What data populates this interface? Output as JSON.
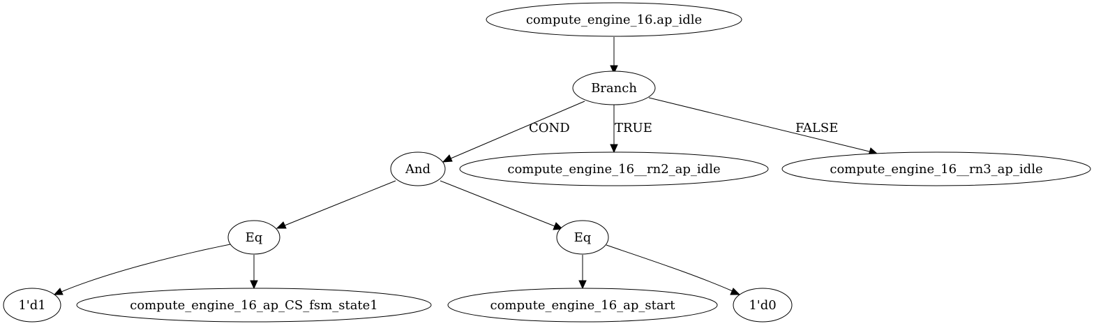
{
  "diagram": {
    "nodes": [
      {
        "id": "n_root",
        "label": "compute_engine_16.ap_idle"
      },
      {
        "id": "n_branch",
        "label": "Branch"
      },
      {
        "id": "n_and",
        "label": "And"
      },
      {
        "id": "n_rn2",
        "label": "compute_engine_16__rn2_ap_idle"
      },
      {
        "id": "n_rn3",
        "label": "compute_engine_16__rn3_ap_idle"
      },
      {
        "id": "n_eq1",
        "label": "Eq"
      },
      {
        "id": "n_eq2",
        "label": "Eq"
      },
      {
        "id": "n_1d1",
        "label": "1'd1"
      },
      {
        "id": "n_fsm",
        "label": "compute_engine_16_ap_CS_fsm_state1"
      },
      {
        "id": "n_start",
        "label": "compute_engine_16_ap_start"
      },
      {
        "id": "n_1d0",
        "label": "1'd0"
      }
    ],
    "edges": [
      {
        "id": "e_root_branch",
        "from": "n_root",
        "to": "n_branch",
        "label": ""
      },
      {
        "id": "e_branch_and",
        "from": "n_branch",
        "to": "n_and",
        "label": "COND"
      },
      {
        "id": "e_branch_rn2",
        "from": "n_branch",
        "to": "n_rn2",
        "label": "TRUE"
      },
      {
        "id": "e_branch_rn3",
        "from": "n_branch",
        "to": "n_rn3",
        "label": "FALSE"
      },
      {
        "id": "e_and_eq1",
        "from": "n_and",
        "to": "n_eq1",
        "label": ""
      },
      {
        "id": "e_and_eq2",
        "from": "n_and",
        "to": "n_eq2",
        "label": ""
      },
      {
        "id": "e_eq1_1d1",
        "from": "n_eq1",
        "to": "n_1d1",
        "label": ""
      },
      {
        "id": "e_eq1_fsm",
        "from": "n_eq1",
        "to": "n_fsm",
        "label": ""
      },
      {
        "id": "e_eq2_start",
        "from": "n_eq2",
        "to": "n_start",
        "label": ""
      },
      {
        "id": "e_eq2_1d0",
        "from": "n_eq2",
        "to": "n_1d0",
        "label": ""
      }
    ]
  }
}
